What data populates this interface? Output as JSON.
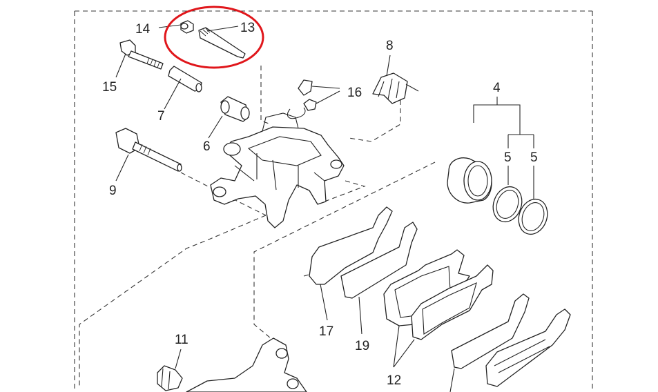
{
  "diagram": {
    "callouts": [
      {
        "id": "c14",
        "text": "14"
      },
      {
        "id": "c13",
        "text": "13"
      },
      {
        "id": "c8",
        "text": "8"
      },
      {
        "id": "c15",
        "text": "15"
      },
      {
        "id": "c16",
        "text": "16"
      },
      {
        "id": "c4",
        "text": "4"
      },
      {
        "id": "c7",
        "text": "7"
      },
      {
        "id": "c6",
        "text": "6"
      },
      {
        "id": "c5a",
        "text": "5"
      },
      {
        "id": "c5b",
        "text": "5"
      },
      {
        "id": "c9",
        "text": "9"
      },
      {
        "id": "c17",
        "text": "17"
      },
      {
        "id": "c19",
        "text": "19"
      },
      {
        "id": "c11",
        "text": "11"
      },
      {
        "id": "c12",
        "text": "12"
      }
    ],
    "highlight_color": "#e0161b",
    "line_color": "#222222"
  }
}
